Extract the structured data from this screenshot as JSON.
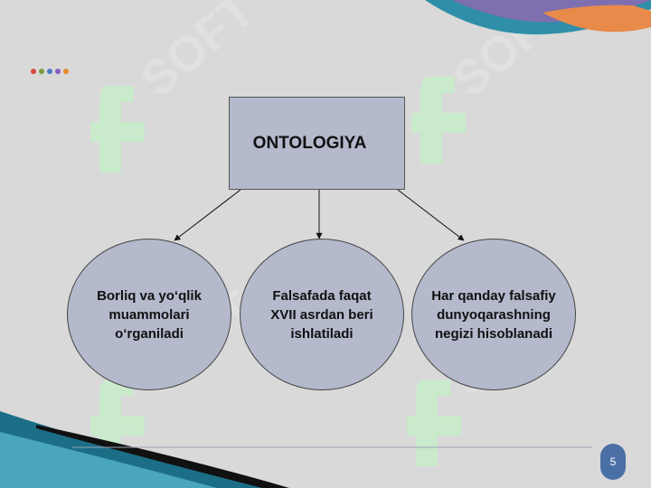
{
  "diagram": {
    "root": {
      "label": "ONTOLOGIYA"
    },
    "children": [
      {
        "label": "Borliq va yo‘qlik\nmuammolari\no‘rganiladi"
      },
      {
        "label": "Falsafada faqat\nXVII asrdan beri\nishlatiladi"
      },
      {
        "label": "Har qanday falsafiy\ndunyoqarashning\nnegizi hisoblanadi"
      }
    ]
  },
  "footer": {
    "page_number": "5"
  },
  "watermark": {
    "text": "SOFT"
  },
  "colors": {
    "background": "#d9d9d9",
    "shape_fill": "#b4b9cc",
    "watermark": "#c6ecc8",
    "accent_teal": "#1b6e86",
    "accent_orange": "#e88a4a",
    "badge": "#4a6fa5"
  },
  "decor_dots": [
    "#d94a3c",
    "#7b9a3c",
    "#4a7bc1",
    "#8a5ac2",
    "#e6862e"
  ]
}
